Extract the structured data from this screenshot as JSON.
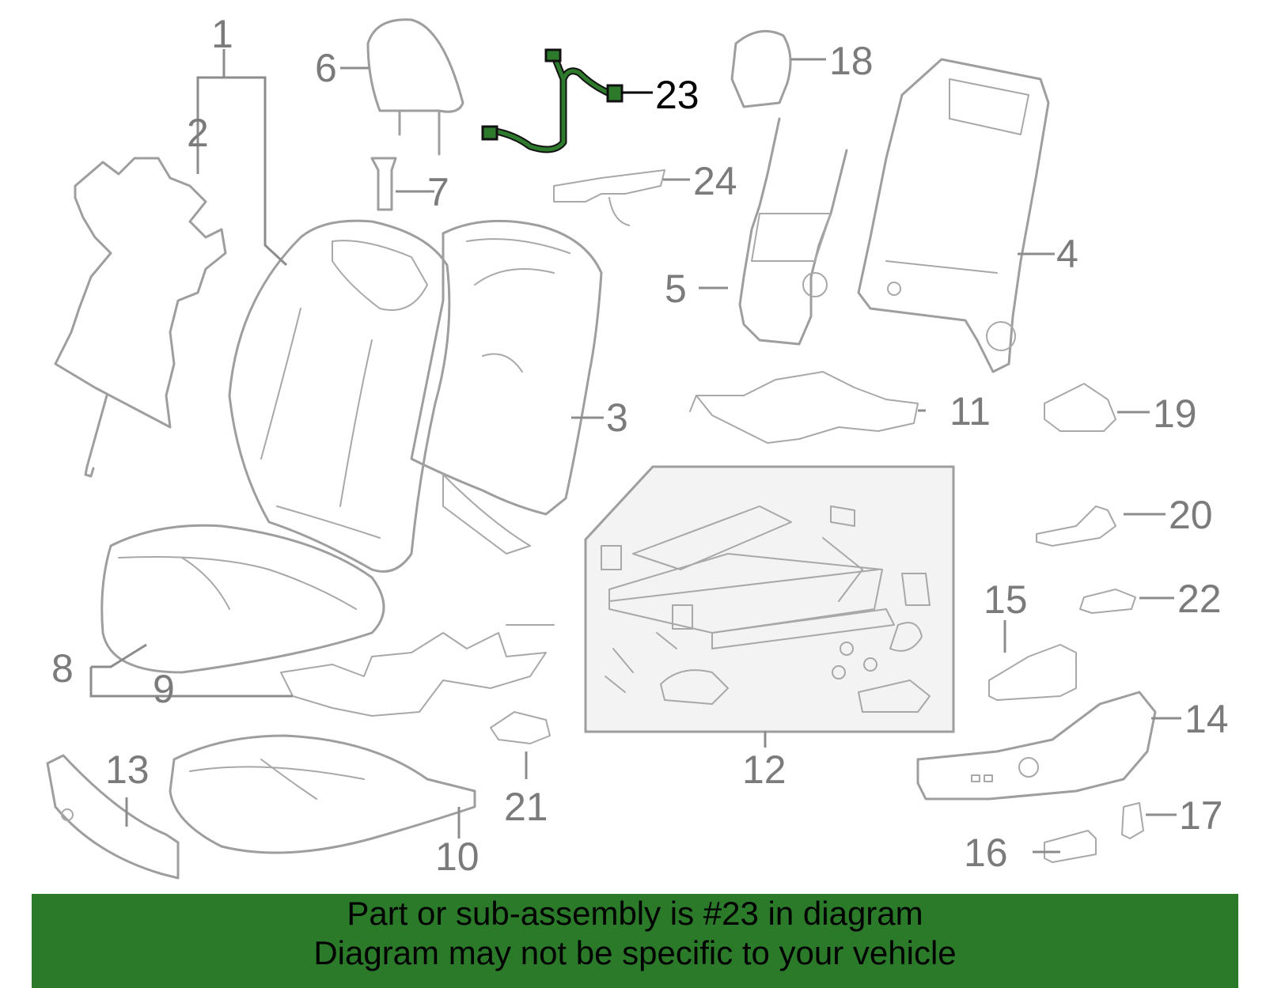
{
  "callouts": {
    "c1": "1",
    "c2": "2",
    "c3": "3",
    "c4": "4",
    "c5": "5",
    "c6": "6",
    "c7": "7",
    "c8": "8",
    "c9": "9",
    "c10": "10",
    "c11": "11",
    "c12": "12",
    "c13": "13",
    "c14": "14",
    "c15": "15",
    "c16": "16",
    "c17": "17",
    "c18": "18",
    "c19": "19",
    "c20": "20",
    "c21": "21",
    "c22": "22",
    "c23": "23",
    "c24": "24"
  },
  "highlighted_part": "23",
  "colors": {
    "highlight": "#2a7a2a",
    "parts": "#9e9e9e",
    "callout_text": "#7b7b7b",
    "panel_bg": "#f2f2f2"
  },
  "footer": {
    "line1": "Part or sub-assembly is #23 in diagram",
    "line2": "Diagram may not be specific to your vehicle"
  }
}
